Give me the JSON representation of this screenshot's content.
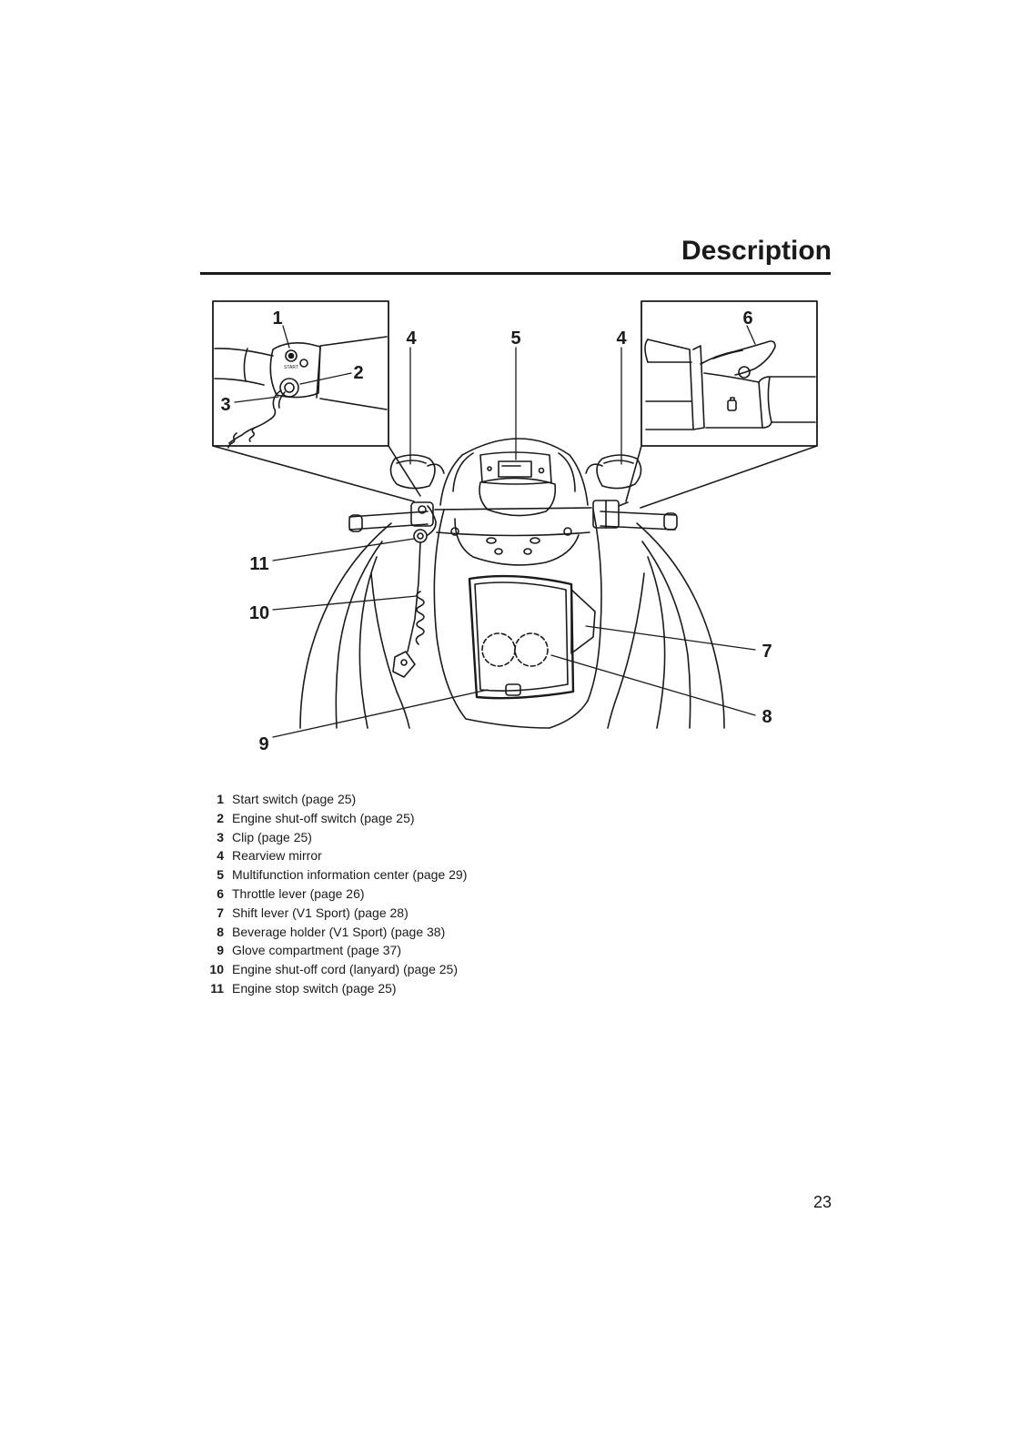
{
  "header": {
    "title": "Description"
  },
  "figure": {
    "callouts": {
      "c1": "1",
      "c2": "2",
      "c3": "3",
      "c4a": "4",
      "c5": "5",
      "c4b": "4",
      "c6": "6",
      "c7": "7",
      "c8": "8",
      "c9": "9",
      "c10": "10",
      "c11": "11"
    },
    "start_switch_text": "START"
  },
  "legend": [
    {
      "num": "1",
      "text": "Start switch (page 25)"
    },
    {
      "num": "2",
      "text": "Engine shut-off switch (page 25)"
    },
    {
      "num": "3",
      "text": "Clip (page 25)"
    },
    {
      "num": "4",
      "text": "Rearview mirror"
    },
    {
      "num": "5",
      "text": "Multifunction information center (page 29)"
    },
    {
      "num": "6",
      "text": "Throttle lever (page 26)"
    },
    {
      "num": "7",
      "text": "Shift lever (V1 Sport) (page 28)"
    },
    {
      "num": "8",
      "text": "Beverage holder (V1 Sport) (page 38)"
    },
    {
      "num": "9",
      "text": "Glove compartment (page 37)"
    },
    {
      "num": "10",
      "text": "Engine shut-off cord (lanyard) (page 25)"
    },
    {
      "num": "11",
      "text": "Engine stop switch (page 25)"
    }
  ],
  "footer": {
    "page_number": "23"
  }
}
